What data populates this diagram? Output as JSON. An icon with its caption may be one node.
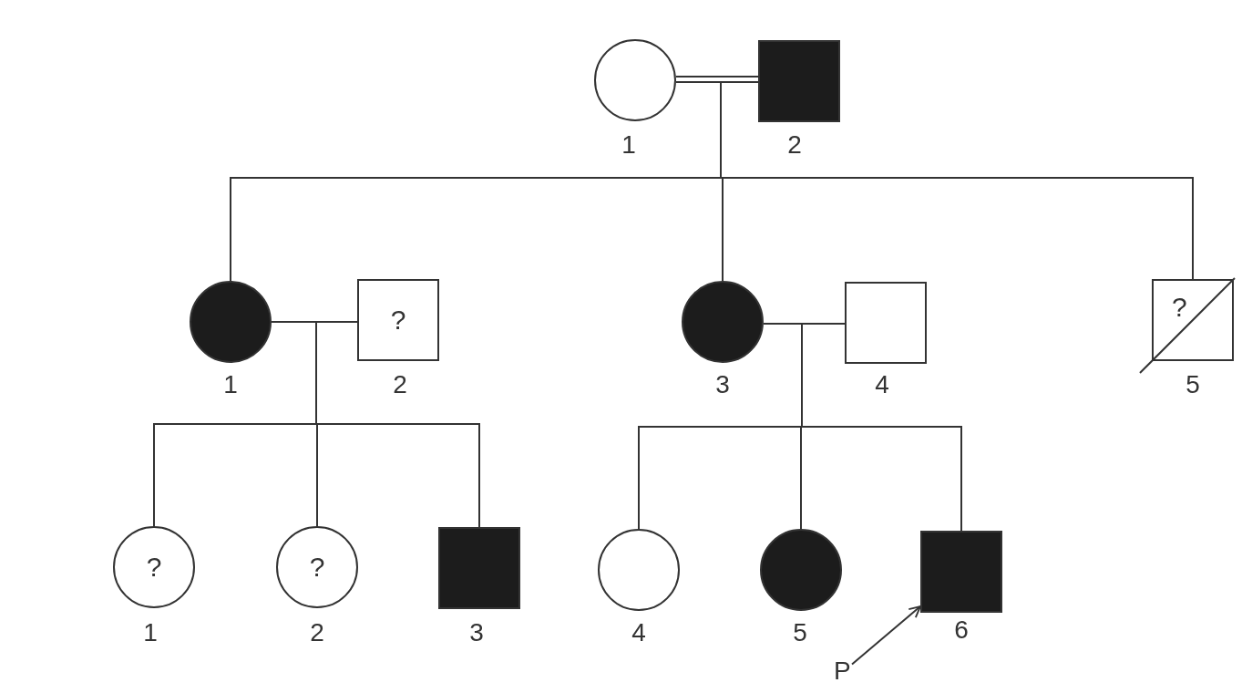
{
  "diagram": {
    "nodes": [
      {
        "text": [],
        "shape": "circle",
        "beside": [
          "1"
        ]
      },
      {
        "text": [],
        "shape": "box",
        "beside": [
          "2"
        ]
      },
      {
        "text": [],
        "shape": "circle",
        "beside": [
          "1"
        ]
      },
      {
        "text": [
          "?"
        ],
        "beside": [
          "2"
        ]
      },
      {
        "text": [],
        "shape": "circle",
        "beside": [
          "3"
        ]
      },
      {
        "text": [],
        "shape": "box",
        "beside": [
          "4"
        ]
      },
      {
        "text": [
          "?"
        ],
        "beside": [
          "5"
        ]
      },
      {
        "text": [
          "?"
        ],
        "beside": [
          "1"
        ]
      },
      {
        "text": [
          "?"
        ],
        "beside": [
          "2"
        ]
      },
      {
        "text": [],
        "shape": "box",
        "beside": [
          "3"
        ]
      },
      {
        "text": [],
        "shape": "circle",
        "beside": [
          "4"
        ]
      },
      {
        "text": [],
        "shape": "circle",
        "beside": [
          "5"
        ]
      },
      {
        "text": [],
        "shape": "box",
        "beside": [
          "6"
        ]
      },
      {
        "text": [
          "P"
        ]
      }
    ],
    "edges": [
      {
        "from": 0,
        "to": 1,
        "arrow": "none"
      },
      {
        "from": 0,
        "to": 2,
        "arrow": "none"
      },
      {
        "from": 0,
        "to": 4,
        "arrow": "none"
      },
      {
        "from": 0,
        "to": 6,
        "arrow": "none"
      },
      {
        "from": 1,
        "to": 2,
        "arrow": "none"
      },
      {
        "from": 1,
        "to": 4,
        "arrow": "none"
      },
      {
        "from": 1,
        "to": 6,
        "arrow": "none"
      },
      {
        "from": 2,
        "to": 3,
        "arrow": "none"
      },
      {
        "from": 2,
        "to": 7,
        "arrow": "none"
      },
      {
        "from": 2,
        "to": 8,
        "arrow": "none"
      },
      {
        "from": 2,
        "to": 9,
        "arrow": "none"
      },
      {
        "from": 3,
        "to": 7,
        "arrow": "none"
      },
      {
        "from": 3,
        "to": 8,
        "arrow": "none"
      },
      {
        "from": 3,
        "to": 9,
        "arrow": "none"
      },
      {
        "from": 4,
        "to": 5,
        "arrow": "none"
      },
      {
        "from": 4,
        "to": 10,
        "arrow": "none"
      },
      {
        "from": 4,
        "to": 11,
        "arrow": "none"
      },
      {
        "from": 4,
        "to": 12,
        "arrow": "none"
      },
      {
        "from": 5,
        "to": 10,
        "arrow": "none"
      },
      {
        "from": 5,
        "to": 11,
        "arrow": "none"
      },
      {
        "from": 5,
        "to": 12,
        "arrow": "none"
      },
      {
        "from": 13,
        "to": 12,
        "arrow": "to"
      }
    ]
  }
}
